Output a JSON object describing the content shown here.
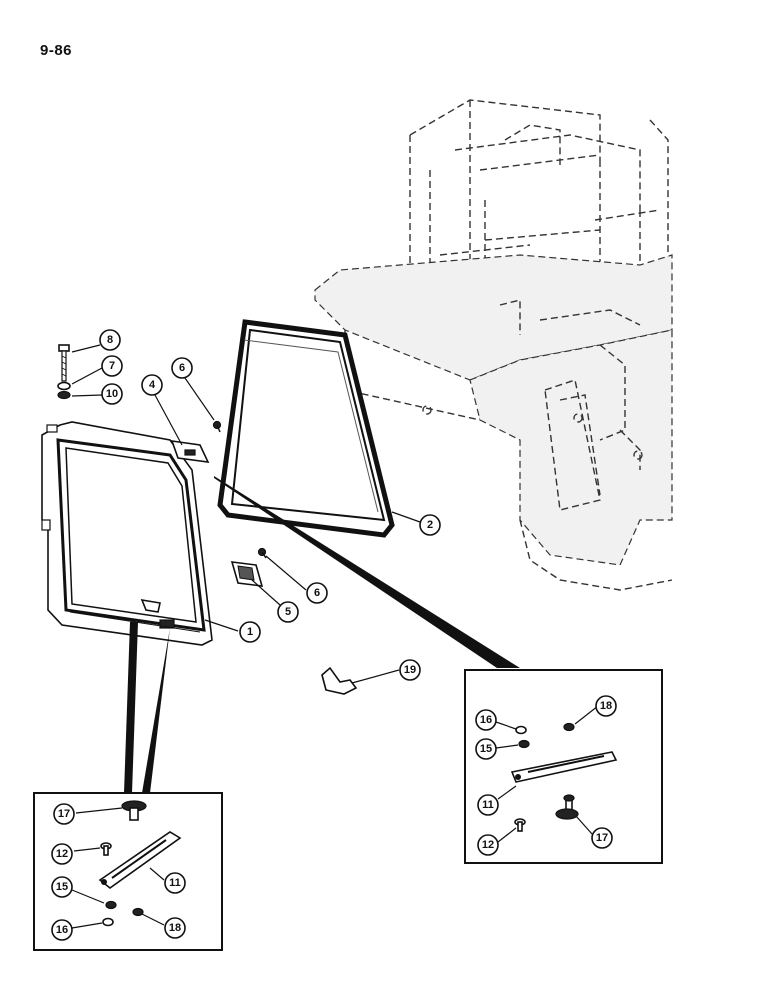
{
  "page": {
    "number": "9-86"
  },
  "callouts": {
    "door_frame": "1",
    "window_seal": "2",
    "hinge_upper": "4",
    "hinge_lower": "5",
    "screw_upper": "6",
    "screw_lower": "6",
    "nut_top": "7",
    "bolt_top": "8",
    "washer_top": "10",
    "latch_bracket": "19"
  },
  "detail_left": {
    "knob": "17",
    "screw": "12",
    "arm": "11",
    "washer": "15",
    "nut": "16",
    "clip": "18"
  },
  "detail_right": {
    "nut": "16",
    "washer": "15",
    "clip": "18",
    "arm": "11",
    "screw": "12",
    "knob": "17"
  }
}
